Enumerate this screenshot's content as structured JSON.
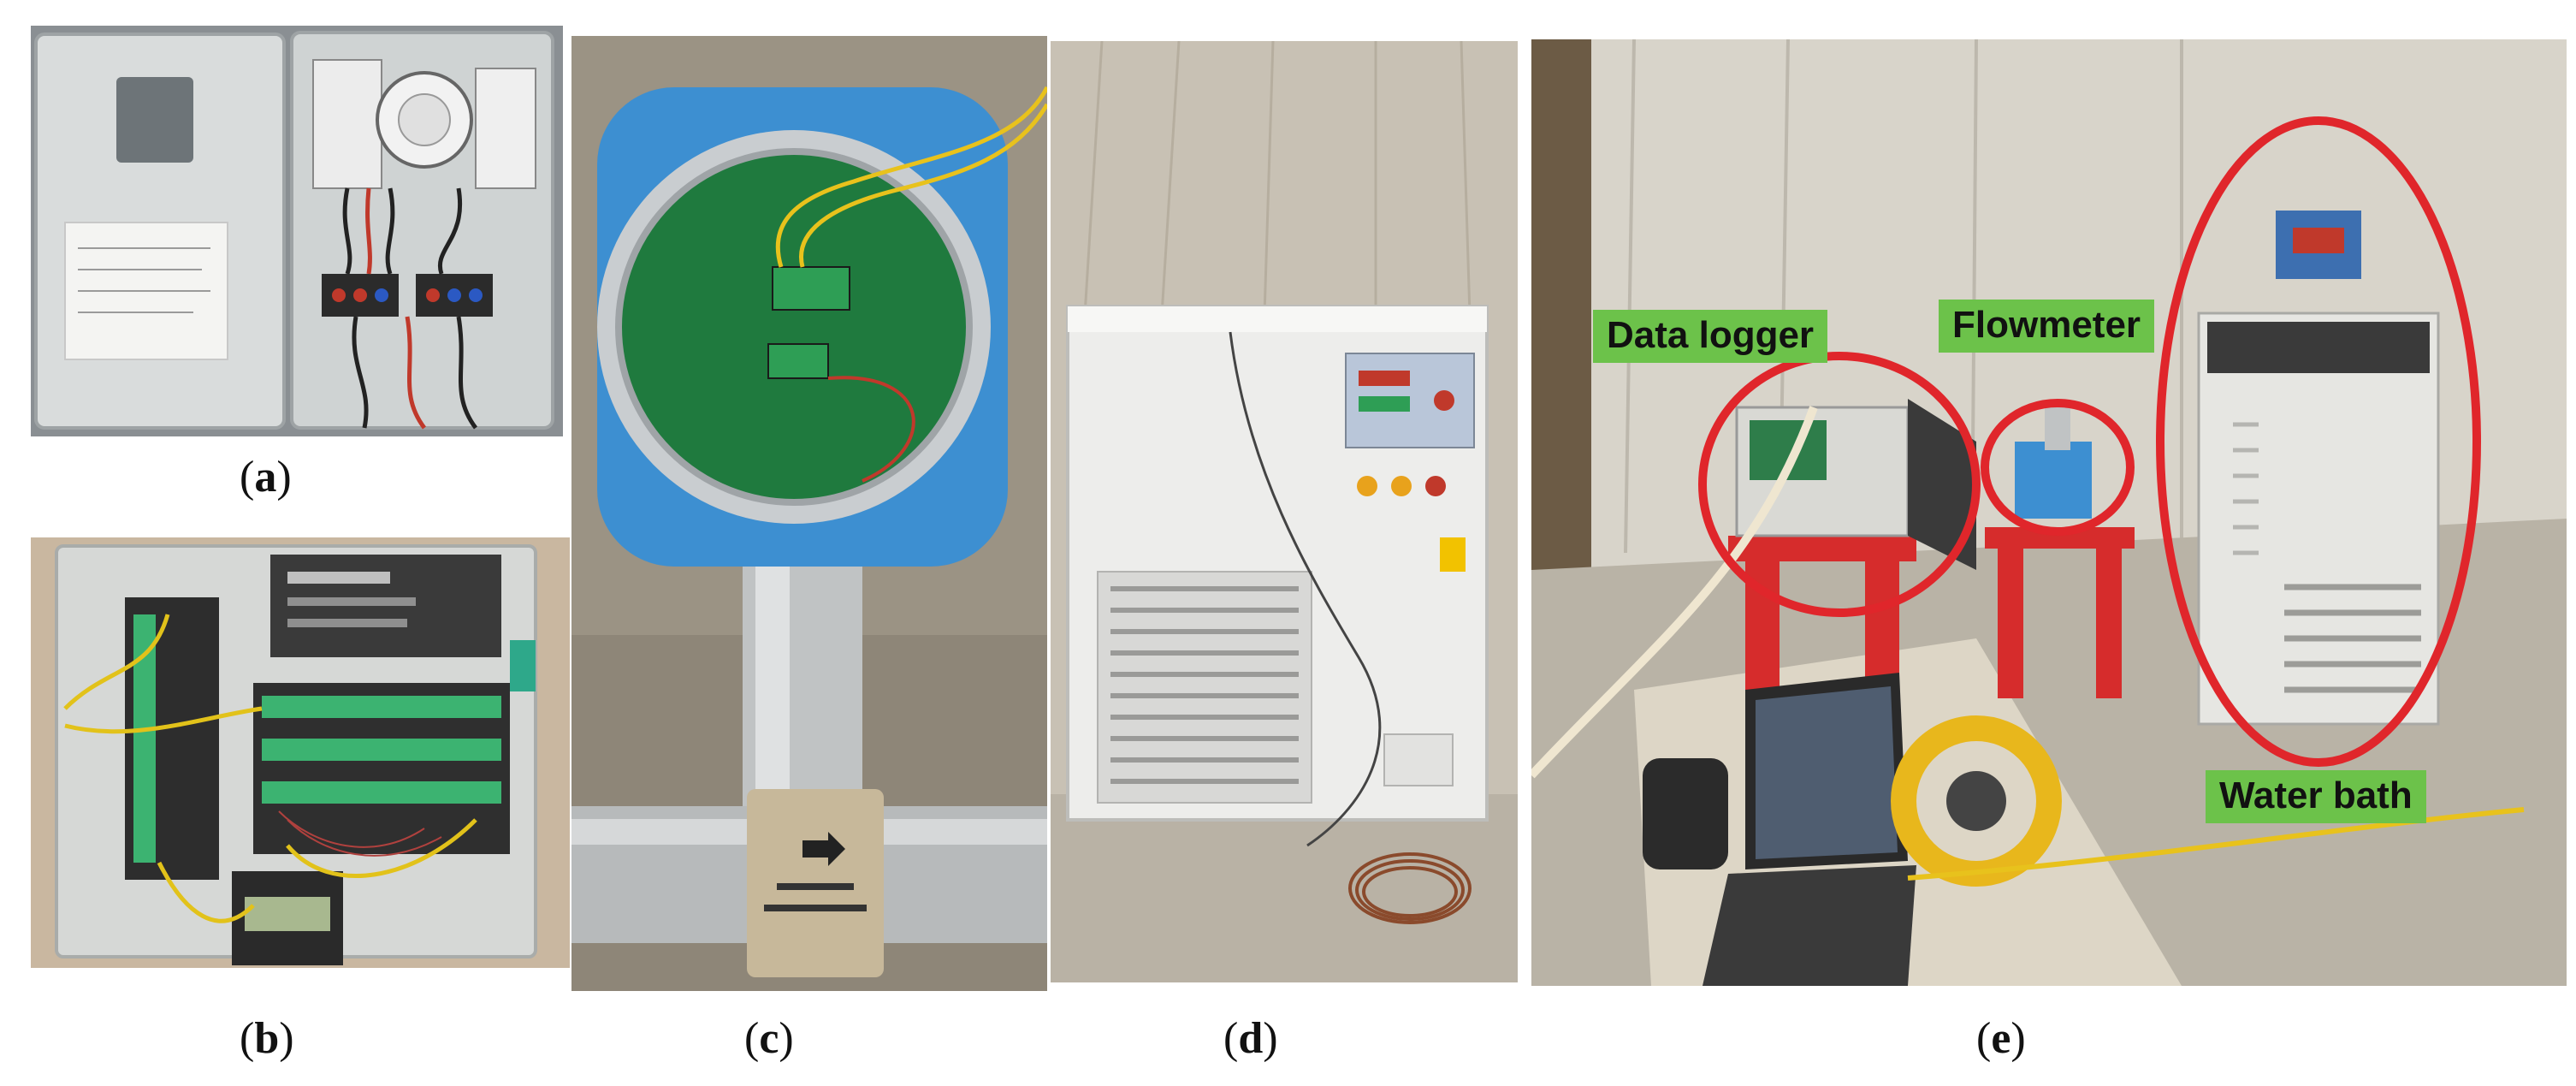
{
  "figure": {
    "panels": [
      {
        "id": "a",
        "caption_open": "(",
        "caption_letter": "a",
        "caption_close": ")"
      },
      {
        "id": "b",
        "caption_open": "(",
        "caption_letter": "b",
        "caption_close": ")"
      },
      {
        "id": "c",
        "caption_open": "(",
        "caption_letter": "c",
        "caption_close": ")"
      },
      {
        "id": "d",
        "caption_open": "(",
        "caption_letter": "d",
        "caption_close": ")"
      },
      {
        "id": "e",
        "caption_open": "(",
        "caption_letter": "e",
        "caption_close": ")"
      }
    ],
    "panel_e_labels": {
      "data_logger": "Data logger",
      "flowmeter": "Flowmeter",
      "water_bath": "Water bath"
    },
    "colors": {
      "label_background": "#6cc24a",
      "highlight_ellipse": "#e0262b",
      "flowmeter_body": "#3d8fd1",
      "circuit_board": "#1f7a3e",
      "stool": "#d62c2c"
    }
  }
}
